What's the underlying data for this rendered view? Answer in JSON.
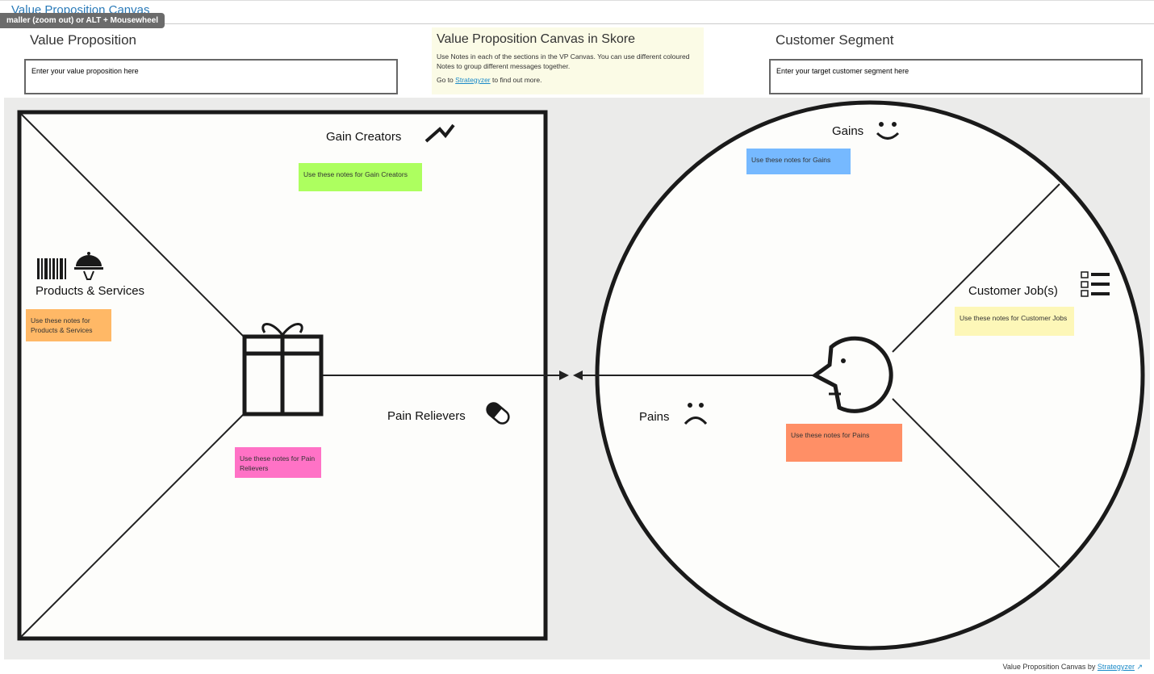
{
  "header": {
    "title": "Value Proposition Canvas",
    "tooltip": "maller (zoom out) or ALT + Mousewheel"
  },
  "value_proposition": {
    "heading": "Value Proposition",
    "input_value": "Enter your value proposition here"
  },
  "info": {
    "heading": "Value Proposition Canvas in Skore",
    "text": "Use Notes in each of the sections in the VP Canvas. You can use different coloured Notes to group different messages together.",
    "goto_prefix": "Go to",
    "link": "Strategyzer",
    "goto_suffix": "to find out more."
  },
  "customer_segment": {
    "heading": "Customer Segment",
    "input_value": "Enter your target customer segment here"
  },
  "sections": {
    "gain_creators": "Gain Creators",
    "products_services": "Products & Services",
    "pain_relievers": "Pain Relievers",
    "gains": "Gains",
    "customer_jobs": "Customer Job(s)",
    "pains": "Pains"
  },
  "notes": {
    "gain_creators": "Use these notes for Gain Creators",
    "products_services": "Use these notes for Products & Services",
    "pain_relievers": "Use these notes for Pain Relievers",
    "gains": "Use these notes for Gains",
    "customer_jobs": "Use these notes for Customer Jobs",
    "pains": "Use these notes for Pains"
  },
  "colors": {
    "gain_creators": "#adff5f",
    "products_services": "#ffb866",
    "pain_relievers": "#ff72c6",
    "gains": "#76b9ff",
    "customer_jobs": "#fdf7b8",
    "pains": "#ff8f66"
  },
  "footer": {
    "prefix": "Value Proposition Canvas by",
    "link": "Strategyzer"
  }
}
